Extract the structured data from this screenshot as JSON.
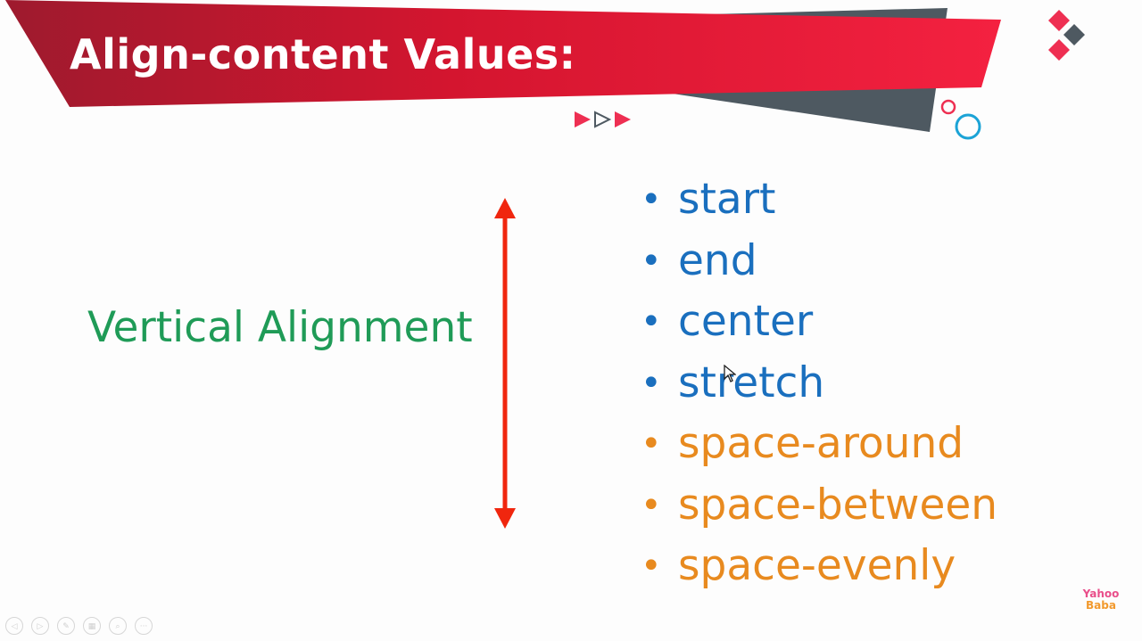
{
  "title": "Align-content Values:",
  "left_label": "Vertical Alignment",
  "values": [
    {
      "label": "start",
      "color": "#1a6fbe"
    },
    {
      "label": "end",
      "color": "#1a6fbe"
    },
    {
      "label": "center",
      "color": "#1a6fbe"
    },
    {
      "label": "stretch",
      "color": "#1a6fbe"
    },
    {
      "label": "space-around",
      "color": "#e88a1f"
    },
    {
      "label": "space-between",
      "color": "#e88a1f"
    },
    {
      "label": "space-evenly",
      "color": "#e88a1f"
    }
  ],
  "colors": {
    "banner_red": "#d9152f",
    "banner_dark": "#a2162b",
    "banner_gray": "#4e5961",
    "arrow_red": "#f0260e",
    "accent_pink": "#ee2f52",
    "accent_blue": "#1ba3d6"
  },
  "controls": [
    {
      "name": "prev-slide-icon",
      "glyph": "◁"
    },
    {
      "name": "next-slide-icon",
      "glyph": "▷"
    },
    {
      "name": "pen-icon",
      "glyph": "✎"
    },
    {
      "name": "slides-grid-icon",
      "glyph": "▦"
    },
    {
      "name": "zoom-icon",
      "glyph": "⌕"
    },
    {
      "name": "more-options-icon",
      "glyph": "···"
    }
  ],
  "logo": {
    "line1": "Yahoo",
    "line2": "Baba"
  }
}
